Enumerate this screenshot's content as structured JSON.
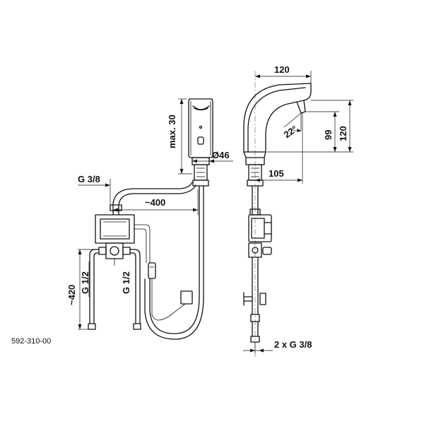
{
  "drawing": {
    "article_number": "592-310-00",
    "dimensions": {
      "max_height": "max. 30",
      "diameter": "Ø46",
      "spout_reach_top": "120",
      "spout_reach_bottom": "105",
      "angle": "22°",
      "height_99": "99",
      "height_120": "120",
      "thread_top": "G 3/8",
      "hose_length": "~400",
      "pipe_length": "~420",
      "thread_left": "G 1/2",
      "thread_right": "G 1/2",
      "thread_bottom": "2 x G 3/8"
    }
  }
}
